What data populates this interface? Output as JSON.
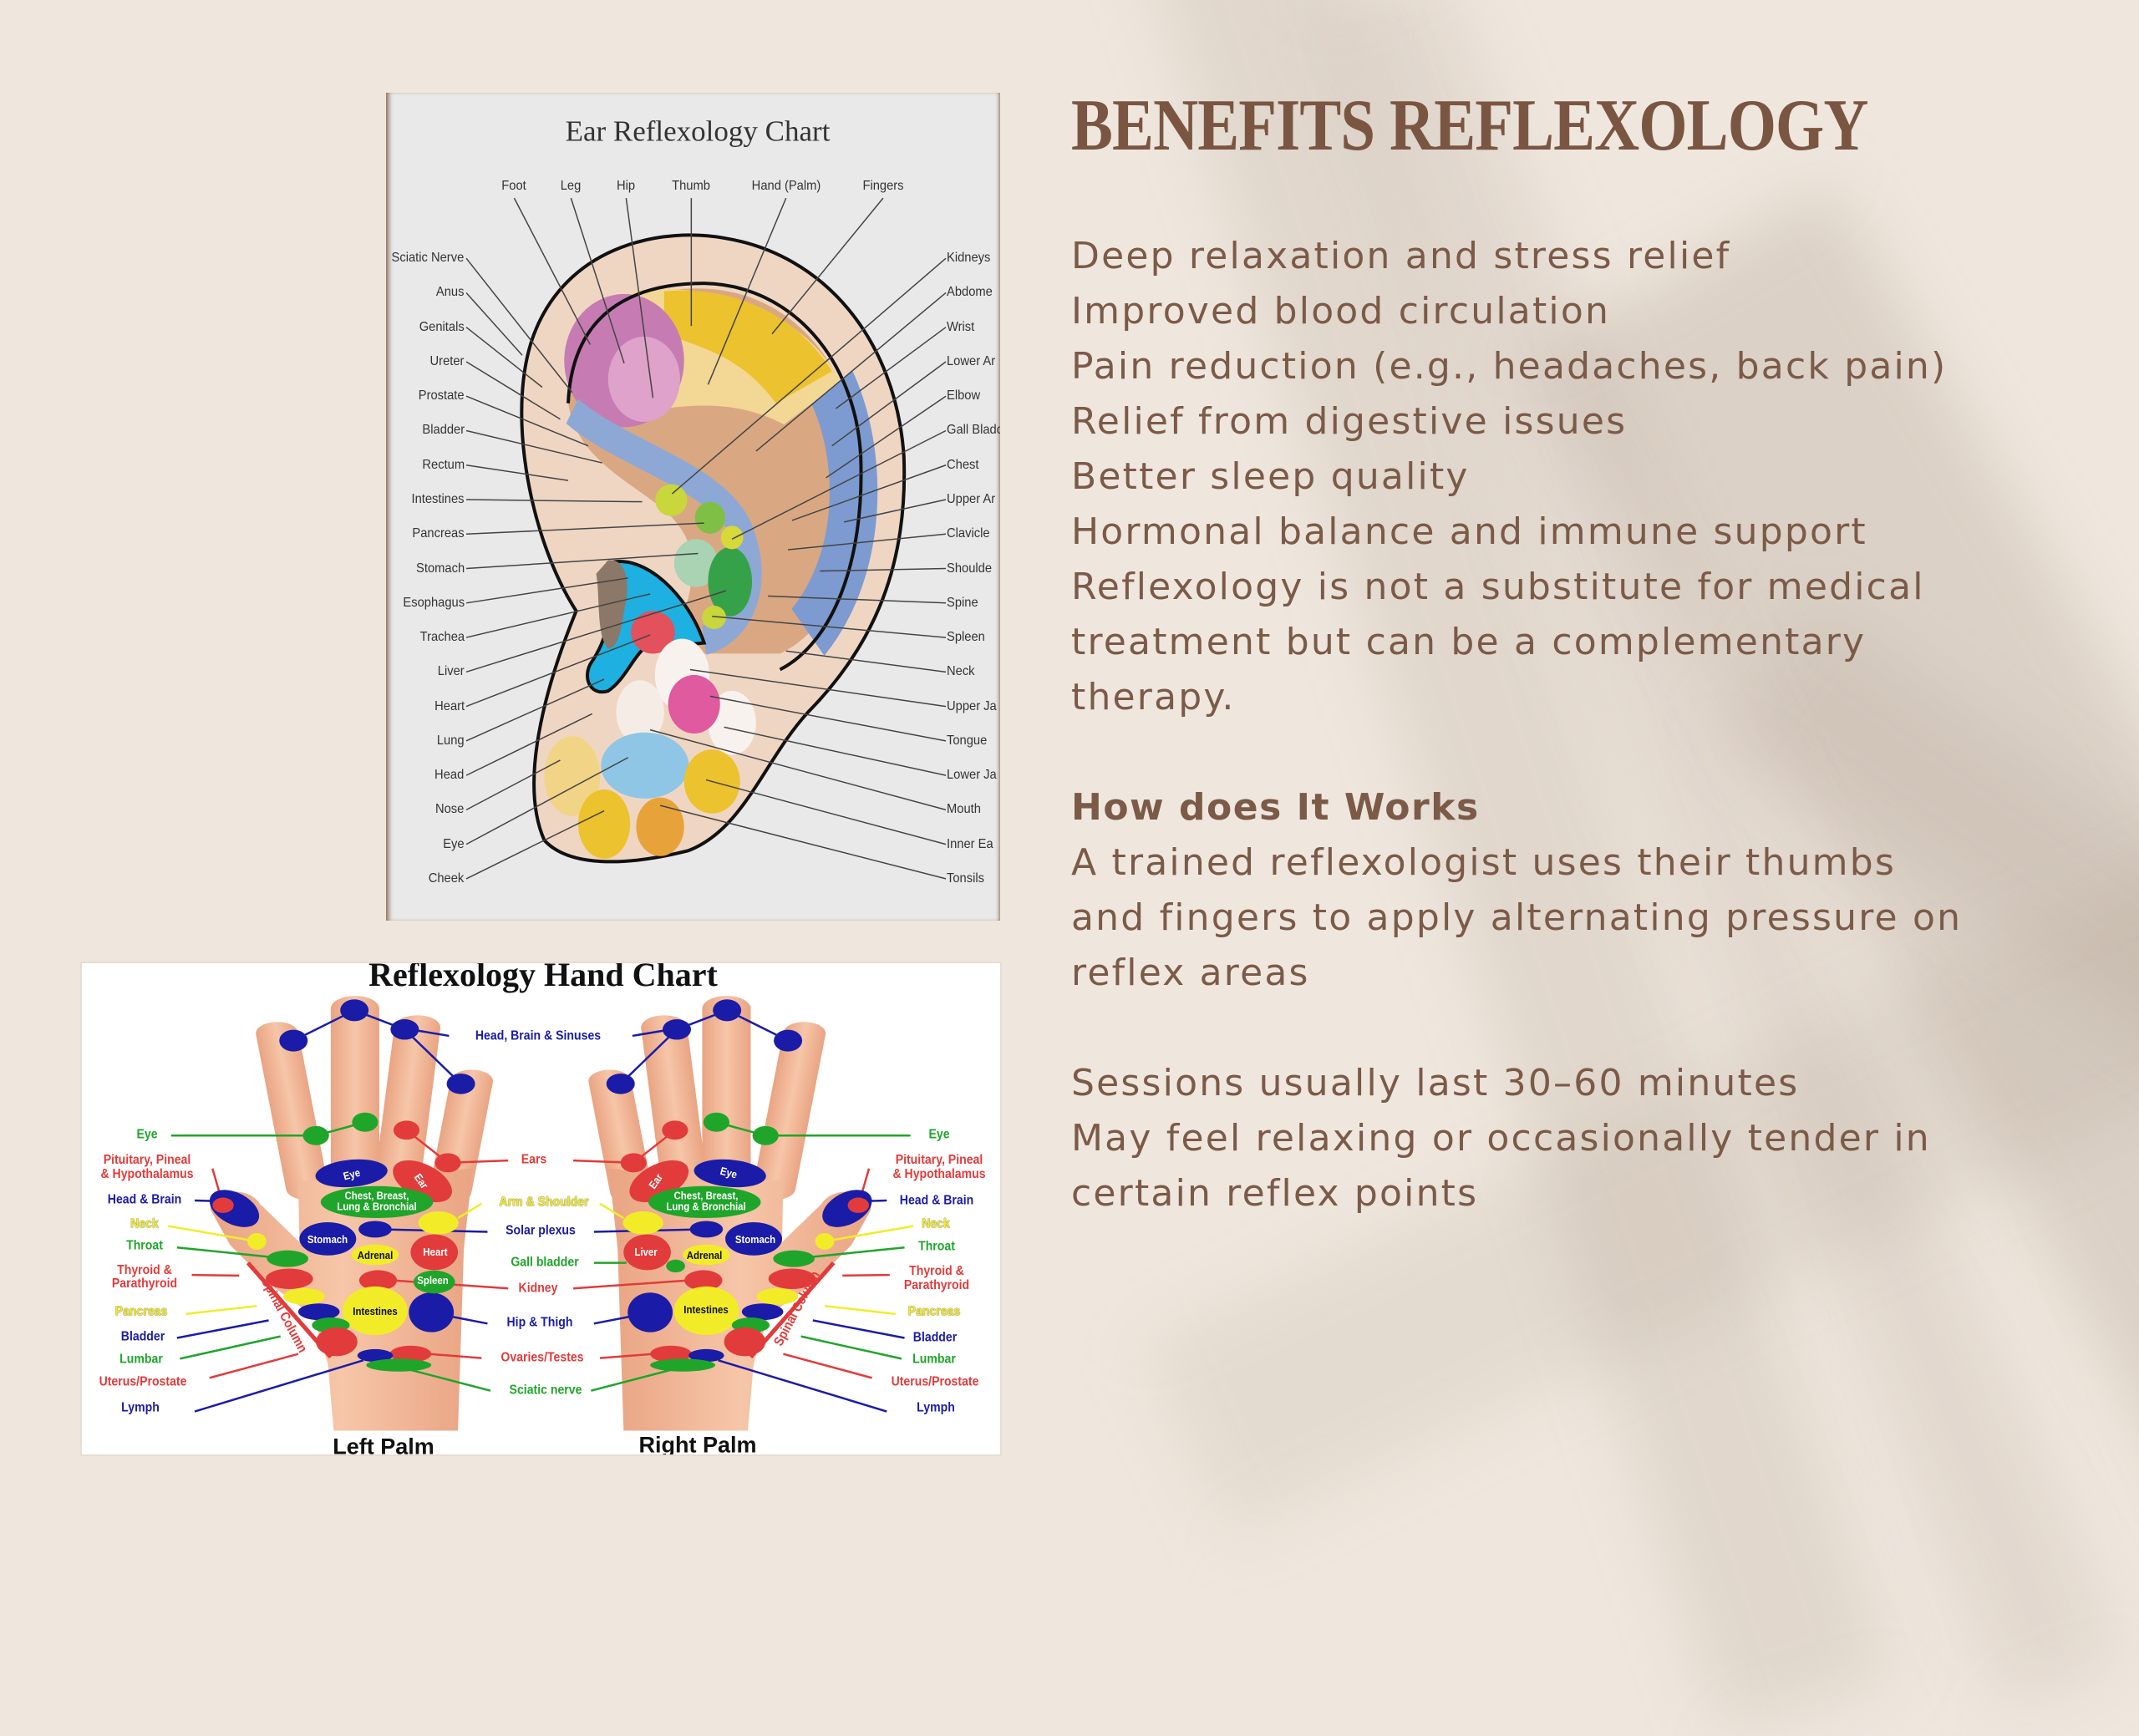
{
  "header": {
    "title": "BENEFITS REFLEXOLOGY"
  },
  "benefits": [
    "Deep relaxation and stress relief",
    "Improved blood circulation",
    "Pain reduction (e.g., headaches, back pain)",
    "Relief from digestive issues",
    "Better sleep quality",
    "Hormonal balance and immune support"
  ],
  "disclaimer_lines": [
    "Reflexology is not a substitute for medical",
    "treatment but can be a complementary",
    "therapy."
  ],
  "how_it_works": {
    "heading": "How does It Works",
    "lines": [
      "A trained reflexologist uses their thumbs",
      "and fingers to apply alternating pressure on",
      "reflex areas"
    ]
  },
  "session_lines": [
    "Sessions usually last 30–60 minutes",
    "May feel relaxing or occasionally tender in",
    "certain reflex points"
  ],
  "ear_chart": {
    "title": "Ear Reflexology Chart",
    "top_labels": [
      "Foot",
      "Leg",
      "Hip",
      "Thumb",
      "Hand (Palm)",
      "Fingers"
    ],
    "left_labels": [
      "Sciatic Nerve",
      "Anus",
      "Genitals",
      "Ureter",
      "Prostate",
      "Bladder",
      "Rectum",
      "Intestines",
      "Pancreas",
      "Stomach",
      "Esophagus",
      "Trachea",
      "Liver",
      "Heart",
      "Lung",
      "Head",
      "Nose",
      "Eye",
      "Cheek"
    ],
    "right_labels": [
      "Kidneys",
      "Abdome",
      "Wrist",
      "Lower Ar",
      "Elbow",
      "Gall Bladd",
      "Chest",
      "Upper Ar",
      "Clavicle",
      "Shoulde",
      "Spine",
      "Spleen",
      "Neck",
      "Upper Ja",
      "Tongue",
      "Lower Ja",
      "Mouth",
      "Inner Ea",
      "Tonsils"
    ]
  },
  "hand_chart": {
    "title": "Reflexology Hand Chart",
    "left_palm": "Left Palm",
    "right_palm": "Right Palm",
    "labels": [
      "Head, Brain & Sinuses",
      "Eye",
      "Eye",
      "Pituitary, Pineal\n& Hypothalamus",
      "Pituitary, Pineal\n& Hypothalamus",
      "Ears",
      "Eye",
      "Ear",
      "Ear",
      "Eye",
      "Chest, Breast,\nLung & Bronchial",
      "Chest, Breast,\nLung & Bronchial",
      "Head & Brain",
      "Head & Brain",
      "Arm & Shoulder",
      "Neck",
      "Neck",
      "Solar plexus",
      "Stomach",
      "Stomach",
      "Throat",
      "Throat",
      "Adrenal",
      "Adrenal",
      "Heart",
      "Liver",
      "Gall bladder",
      "Thyroid &\nParathyroid",
      "Thyroid &\nParathyroid",
      "Spleen",
      "Kidney",
      "Spinal Column",
      "Spinal Column",
      "Intestines",
      "Intestines",
      "Pancreas",
      "Pancreas",
      "Hip & Thigh",
      "Bladder",
      "Bladder",
      "Ovaries/Testes",
      "Lumbar",
      "Lumbar",
      "Uterus/Prostate",
      "Uterus/Prostate",
      "Sciatic nerve",
      "Lymph",
      "Lymph"
    ]
  },
  "colors": {
    "title": "#7a5642",
    "body": "#7b5a48",
    "background": "#efe7de"
  }
}
